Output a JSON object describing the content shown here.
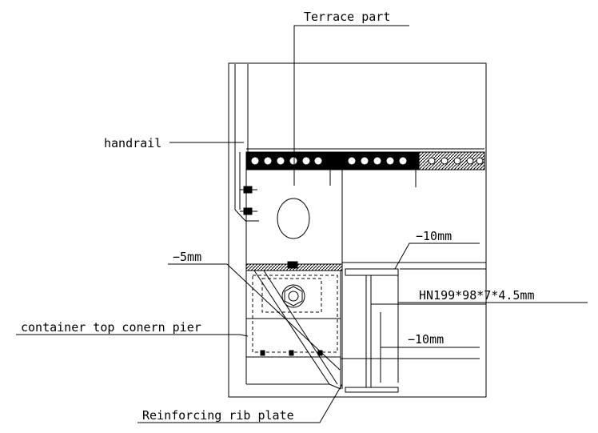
{
  "labels": {
    "terrace": "Terrace part",
    "handrail": "handrail",
    "thk10_top": "−10mm",
    "thk5": "−5mm",
    "hn_beam": "HN199*98*7*4.5mm",
    "corner_pier": "container top conern pier",
    "thk10_bottom": "−10mm",
    "rib_plate": "Reinforcing rib plate"
  },
  "colors": {
    "line": "#000000",
    "background": "#ffffff"
  }
}
